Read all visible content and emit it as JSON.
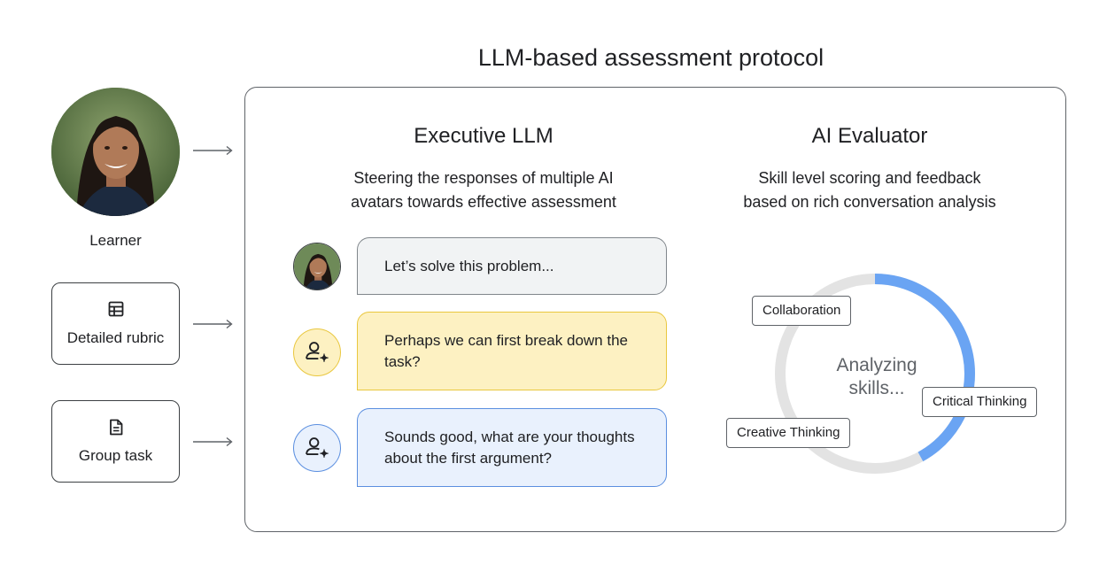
{
  "title": "LLM-based assessment protocol",
  "inputs": {
    "learner_label": "Learner",
    "rubric_label": "Detailed rubric",
    "task_label": "Group task"
  },
  "executive": {
    "title": "Executive LLM",
    "description_line1": "Steering the responses of multiple AI",
    "description_line2": "avatars towards effective assessment",
    "messages": [
      {
        "speaker": "learner",
        "text": "Let’s solve this problem..."
      },
      {
        "speaker": "ai-avatar-1",
        "text": "Perhaps we can first break down the task?"
      },
      {
        "speaker": "ai-avatar-2",
        "text": "Sounds good, what are your thoughts about the first argument?"
      }
    ]
  },
  "evaluator": {
    "title": "AI Evaluator",
    "description_line1": "Skill level scoring and feedback",
    "description_line2": "based on rich conversation analysis",
    "status_line1": "Analyzing",
    "status_line2": "skills...",
    "progress_fraction": 0.42,
    "skills": [
      "Collaboration",
      "Critical Thinking",
      "Creative Thinking"
    ]
  },
  "colors": {
    "bubble_grey_bg": "#f1f3f4",
    "bubble_grey_border": "#80868b",
    "bubble_yellow_bg": "#fdf1c2",
    "bubble_yellow_border": "#e9c73e",
    "bubble_blue_bg": "#e9f1fd",
    "bubble_blue_border": "#5b8fe0",
    "ring_track": "#e3e3e3",
    "ring_progress": "#6aa4f3"
  },
  "icons": {
    "rubric": "table-icon",
    "task": "document-icon",
    "avatar": "person-sparkle-icon",
    "arrow": "arrow-right-icon"
  }
}
